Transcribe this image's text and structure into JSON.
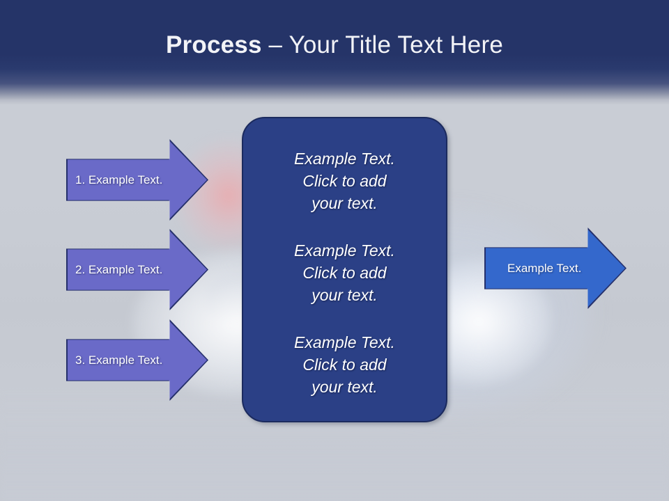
{
  "slide": {
    "title_bold": "Process",
    "title_rest": " – Your Title Text Here",
    "background_color": "#c7cbd3",
    "header_color": "#253468"
  },
  "input_arrows": [
    {
      "label": "1. Example Text.",
      "fill": "#6a6ac8",
      "outline": "#25306b"
    },
    {
      "label": "2. Example Text.",
      "fill": "#6a6ac8",
      "outline": "#25306b"
    },
    {
      "label": "3. Example Text.",
      "fill": "#6a6ac8",
      "outline": "#25306b"
    }
  ],
  "center_box": {
    "fill": "#2b4086",
    "outline": "#1b2a5e",
    "paragraphs": [
      "Example Text.\nClick  to add\nyour text.",
      "Example Text.\nClick  to add\nyour text.",
      "Example Text.\nClick  to add\nyour text."
    ]
  },
  "output_arrow": {
    "label": "Example Text.",
    "fill": "#3468cc",
    "outline": "#25306b"
  }
}
